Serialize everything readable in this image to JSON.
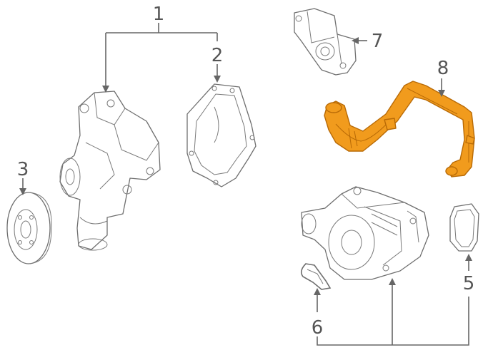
{
  "diagram": {
    "callouts": [
      {
        "id": "1",
        "label": "1"
      },
      {
        "id": "2",
        "label": "2"
      },
      {
        "id": "3",
        "label": "3"
      },
      {
        "id": "4",
        "label": ""
      },
      {
        "id": "5",
        "label": "5"
      },
      {
        "id": "6",
        "label": "6"
      },
      {
        "id": "7",
        "label": "7"
      },
      {
        "id": "8",
        "label": "8"
      }
    ],
    "colors": {
      "line": "#666666",
      "highlight": "#f19b1d",
      "highlight_outline": "#b86a06"
    }
  }
}
